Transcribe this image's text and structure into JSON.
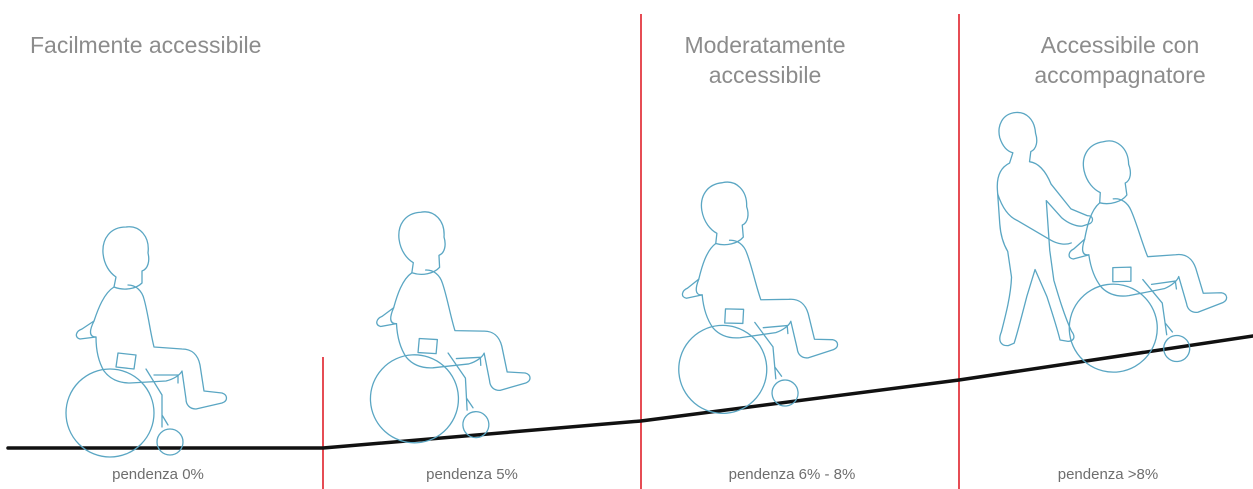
{
  "categories": [
    {
      "title_lines": [
        "Facilmente accessibile"
      ]
    },
    {
      "title_lines": [
        "Moderatamente",
        "accessibile"
      ]
    },
    {
      "title_lines": [
        "Accessibile con",
        "accompagnatore"
      ]
    }
  ],
  "slopes": [
    {
      "label": "pendenza 0%"
    },
    {
      "label": "pendenza 5%"
    },
    {
      "label": "pendenza 6% - 8%"
    },
    {
      "label": "pendenza >8%"
    }
  ],
  "colors": {
    "heading_text": "#8c8c8c",
    "label_text": "#6e6e6e",
    "divider": "#e0202a",
    "figure_outline": "#5aa6c3",
    "ground_line": "#111111"
  },
  "icons": [
    "wheelchair-user-icon",
    "caregiver-icon"
  ]
}
